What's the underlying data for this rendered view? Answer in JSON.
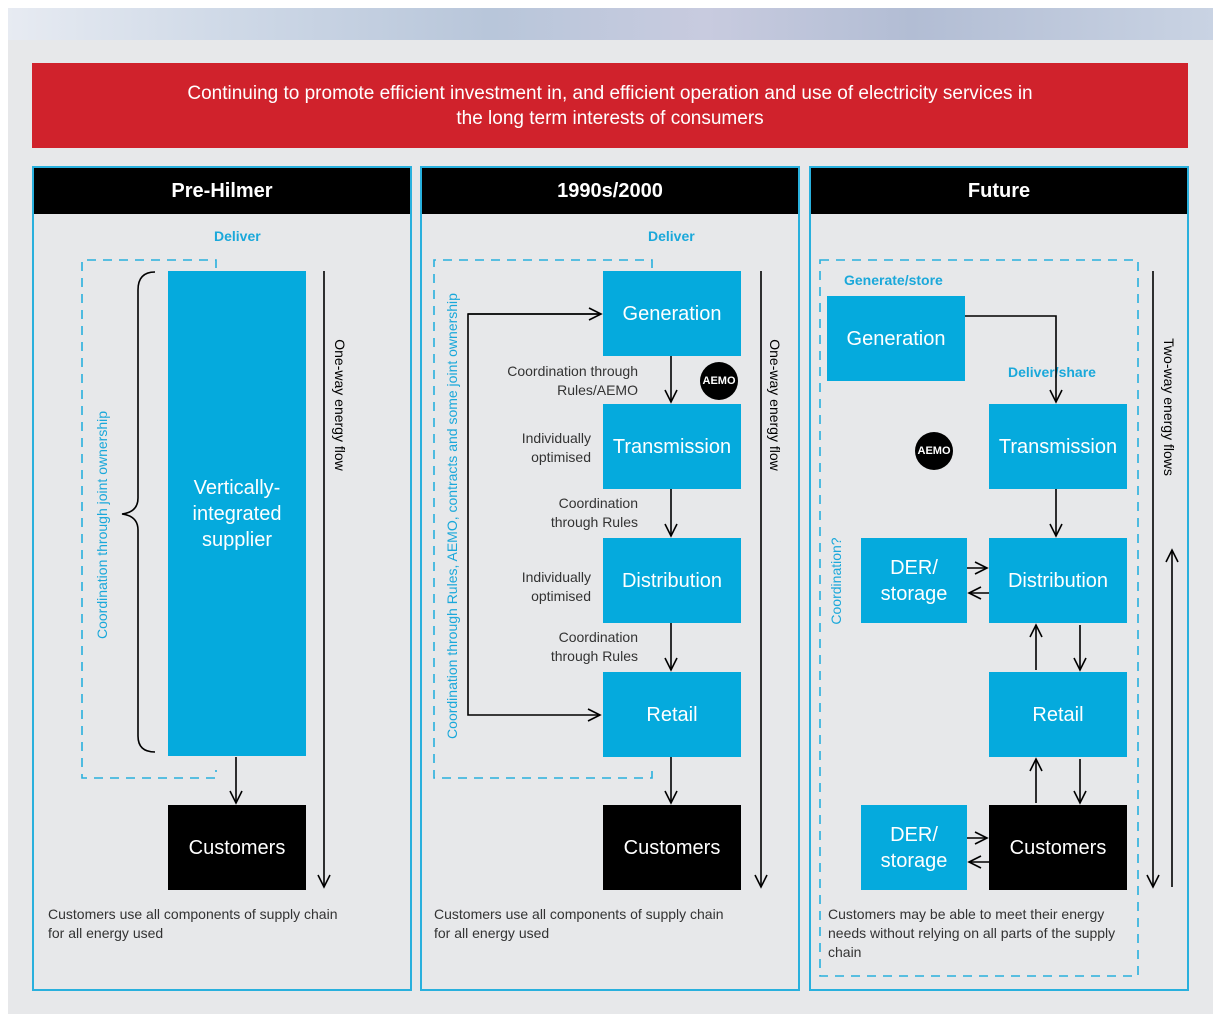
{
  "banner": {
    "text": "Continuing to promote efficient investment in, and efficient operation and use of electricity services in the long term interests of consumers"
  },
  "colors": {
    "accent_red": "#d0222c",
    "box_blue": "#05aadd",
    "line_blue": "#29b0dd",
    "black": "#000000"
  },
  "columns": [
    {
      "title": "Pre-Hilmer",
      "deliver_label": "Deliver",
      "coordination_label": "Coordination through joint ownership",
      "supplier_box": "Vertically-integrated supplier",
      "customers_box": "Customers",
      "flow_label": "One-way energy flow",
      "note": "Customers use all components of supply chain for all energy used"
    },
    {
      "title": "1990s/2000",
      "deliver_label": "Deliver",
      "coordination_label": "Coordination through Rules, AEMO, contracts and some joint ownership",
      "boxes": [
        "Generation",
        "Transmission",
        "Distribution",
        "Retail",
        "Customers"
      ],
      "side_labels": [
        "Coordination through Rules/AEMO",
        "Individually optimised",
        "Coordination through Rules",
        "Individually optimised",
        "Coordination through Rules"
      ],
      "aemo_badge": "AEMO",
      "flow_label": "One-way energy flow",
      "note": "Customers use all components of supply chain for all energy used"
    },
    {
      "title": "Future",
      "generate_label": "Generate/store",
      "deliver_share_label": "Deliver/share",
      "coordination_label": "Coordination?",
      "boxes": [
        "Generation",
        "Transmission",
        "Distribution",
        "Retail",
        "Customers"
      ],
      "der_boxes": [
        "DER/ storage",
        "DER/ storage"
      ],
      "aemo_badge": "AEMO",
      "flow_label": "Two-way energy flows",
      "note": "Customers may be able to meet their energy needs without relying on all parts of the supply chain"
    }
  ]
}
